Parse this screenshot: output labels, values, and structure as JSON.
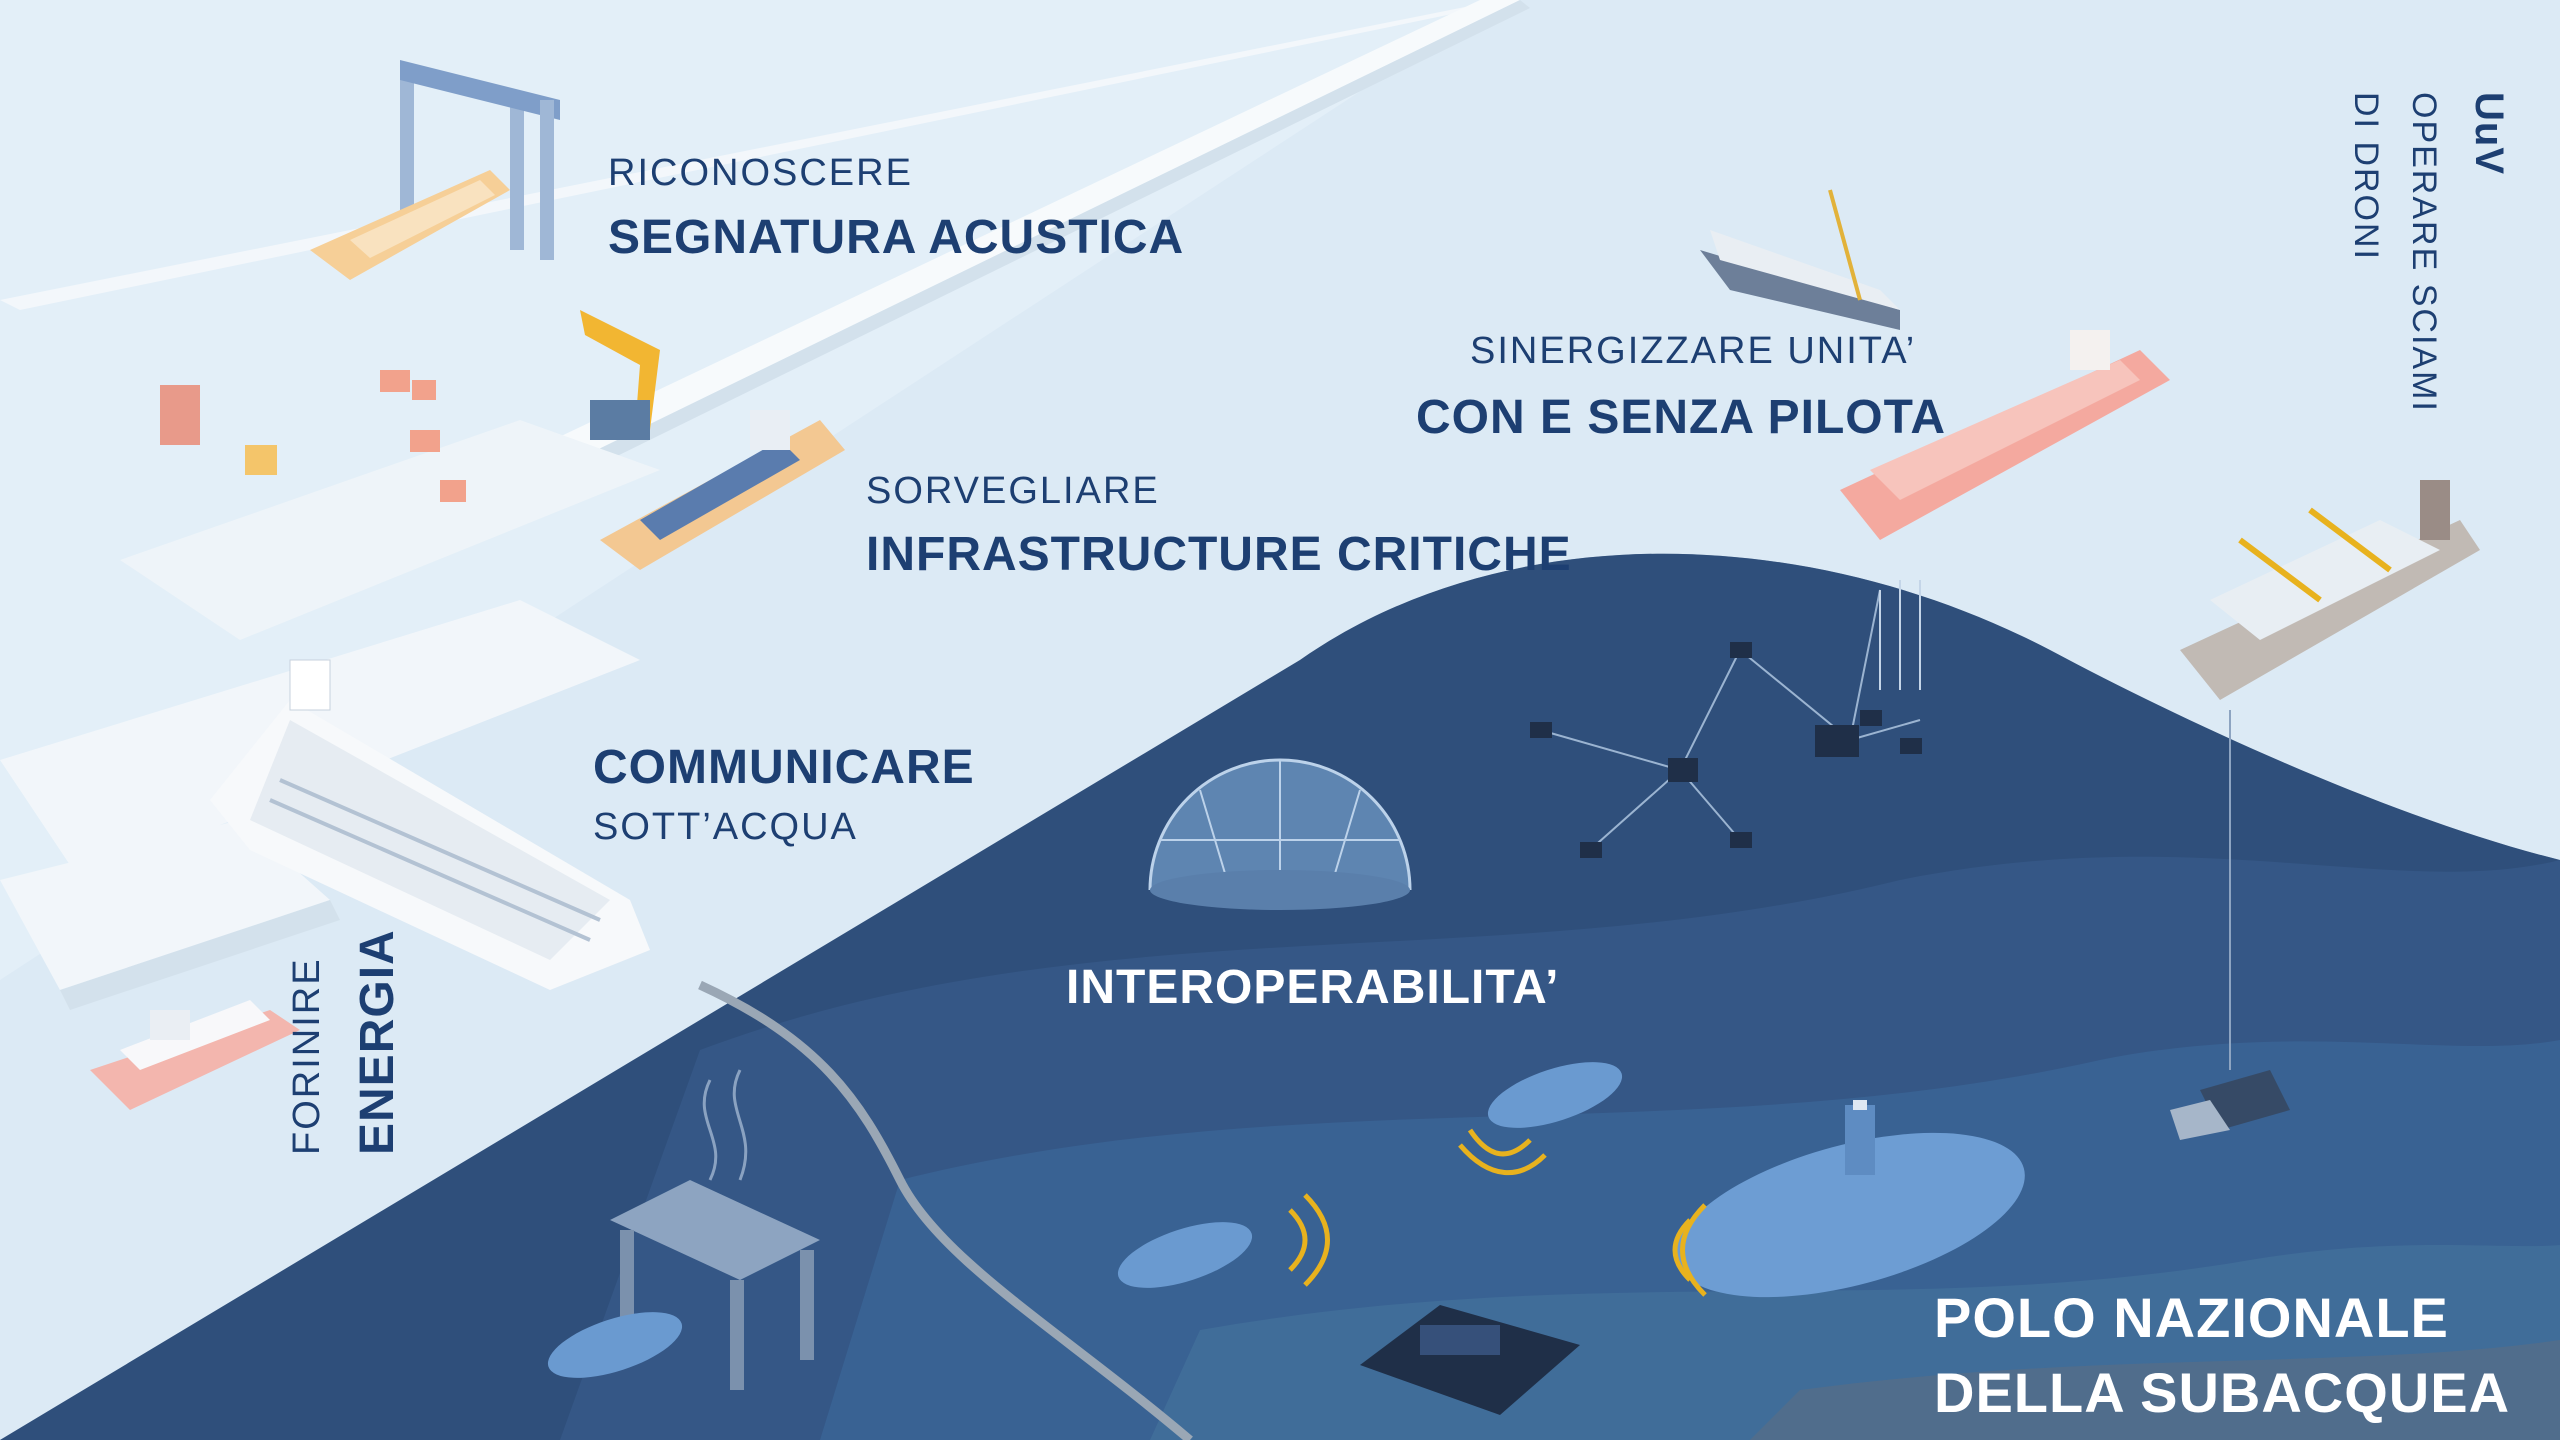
{
  "labels": {
    "riconoscere": "RICONOSCERE",
    "segnatura": "SEGNATURA ACUSTICA",
    "sorvegliare": "SORVEGLIARE",
    "infrastructure": "INFRASTRUCTURE CRITICHE",
    "sinergizzare": "SINERGIZZARE UNITA’",
    "con_senza": "CON E SENZA PILOTA",
    "communicare": "COMMUNICARE",
    "sottacqua": "SOTT’ACQUA",
    "interoperabilita": "INTEROPERABILITA’",
    "forinire": "FORINIRE",
    "energia": "ENERGIA",
    "uuv": "UuV",
    "operare_sciami": "OPERARE SCIAMI",
    "di_droni": "DI DRONI",
    "polo_line1": "POLO NAZIONALE",
    "polo_line2": "DELLA SUBACQUEA"
  },
  "colors": {
    "sky_light": "#e6f1f9",
    "water_surface": "#d6e8f5",
    "pier": "#f4f8fb",
    "deep_sea": "#2e4f7c",
    "deep_sea_dark": "#223f69",
    "wave_blue": "#3f6fa3",
    "text_dark": "#1d3f72",
    "text_white": "#ffffff",
    "sonar": "#e8b21e"
  },
  "icons": [
    "gantry-crane-icon",
    "cargo-ship-icon",
    "container-ship-icon",
    "cruise-ship-icon",
    "research-vessel-icon",
    "tanker-ship-icon",
    "offshore-platform-ship-icon",
    "icebreaker-ship-icon",
    "dome-icon",
    "network-nodes-icon",
    "submarine-icon",
    "uuv-drone-icon",
    "sonar-waves-icon",
    "subsea-cable-icon",
    "seabed-station-icon",
    "seabed-crawler-icon",
    "subsea-cage-icon"
  ]
}
